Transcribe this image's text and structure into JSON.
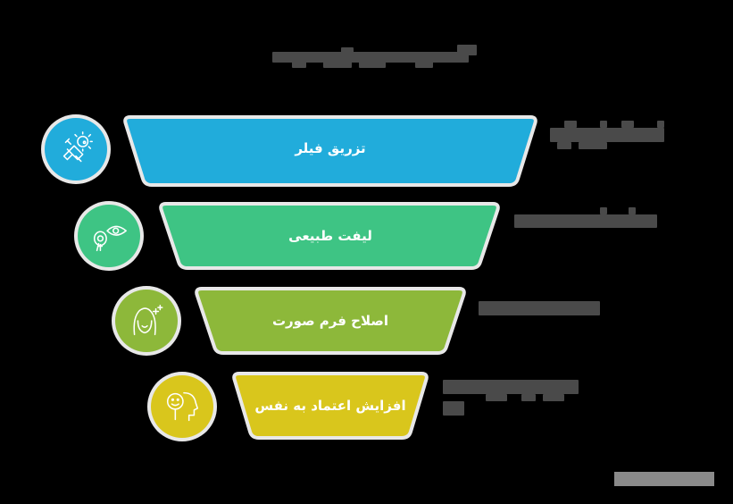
{
  "title": {
    "text": "",
    "redacted": true
  },
  "funnel": {
    "stages": [
      {
        "label": "تزریق فیلر",
        "color": "#21ACDB",
        "icon": "syringe-virus-icon",
        "note": {
          "redacted": true
        }
      },
      {
        "label": "لیفت طبیعی",
        "color": "#3EC484",
        "icon": "eye-contact-lens-icon",
        "note": {
          "redacted": true
        }
      },
      {
        "label": "اصلاح فرم صورت",
        "color": "#8DB83A",
        "icon": "face-sparkle-icon",
        "note": {
          "redacted": true
        }
      },
      {
        "label": "افزایش اعتماد به نفس",
        "color": "#D9C61C",
        "icon": "smiley-head-icon",
        "note": {
          "redacted": true
        }
      }
    ]
  },
  "colors": {
    "background": "#000000",
    "outline": "#E8E8E8",
    "redaction": "#4A4A4A"
  },
  "footer": {
    "redacted": true
  }
}
